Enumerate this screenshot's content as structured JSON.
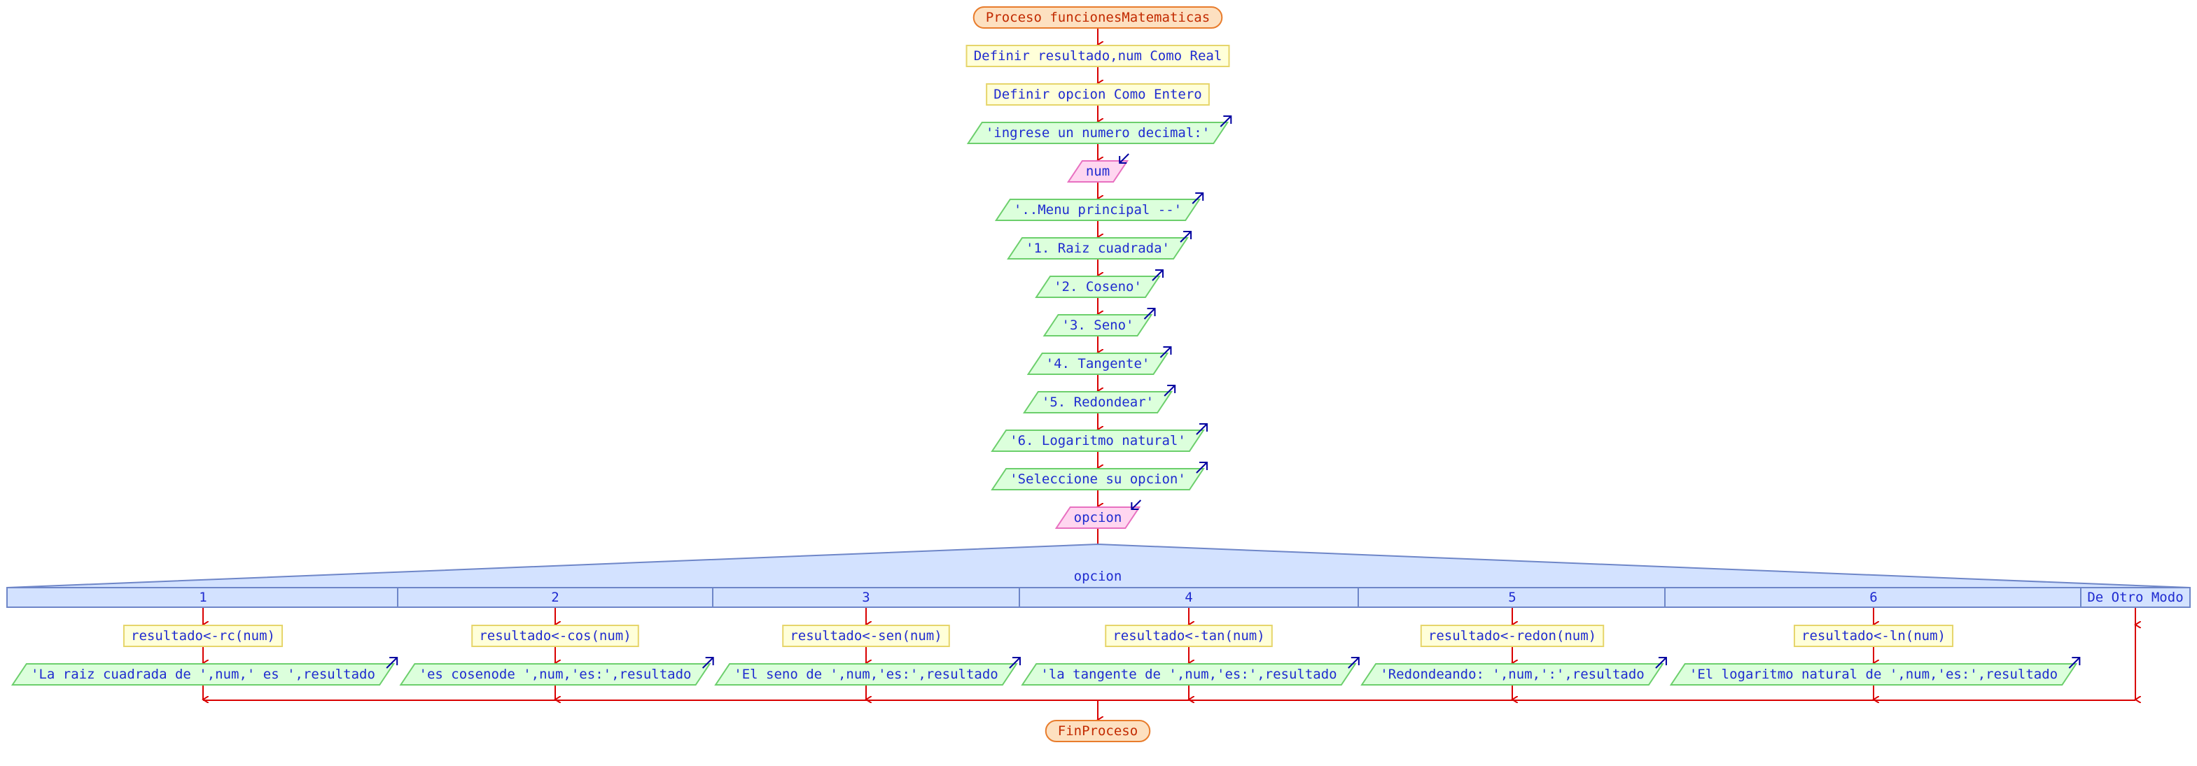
{
  "colors": {
    "flow": "#d90000",
    "text": "#1f2bd0",
    "terminal_fill": "#fde0c0",
    "terminal_stroke": "#e87c2c",
    "terminal_text": "#c22a00",
    "process_fill": "#ffffd9",
    "process_stroke": "#e6d56a",
    "output_fill": "#dcffdc",
    "output_stroke": "#6ccf6c",
    "input_fill": "#ffd6f0",
    "input_stroke": "#e870c0",
    "switch_fill": "#d3e2ff",
    "switch_stroke": "#6e86c8",
    "io_arrow": "#0000a0"
  },
  "diagram": {
    "start": {
      "label": "Proceso funcionesMatematicas",
      "shape": "terminal"
    },
    "steps": [
      {
        "label": "Definir resultado,num Como Real",
        "shape": "process"
      },
      {
        "label": "Definir opcion Como Entero",
        "shape": "process"
      },
      {
        "label": "'ingrese un numero decimal:'",
        "shape": "output"
      },
      {
        "label": "num",
        "shape": "input"
      },
      {
        "label": "'..Menu principal --'",
        "shape": "output"
      },
      {
        "label": "'1. Raiz cuadrada'",
        "shape": "output"
      },
      {
        "label": "'2. Coseno'",
        "shape": "output"
      },
      {
        "label": "'3. Seno'",
        "shape": "output"
      },
      {
        "label": "'4. Tangente'",
        "shape": "output"
      },
      {
        "label": "'5. Redondear'",
        "shape": "output"
      },
      {
        "label": "'6. Logaritmo natural'",
        "shape": "output"
      },
      {
        "label": "'Seleccione su opcion'",
        "shape": "output"
      },
      {
        "label": "opcion",
        "shape": "input"
      }
    ],
    "switch": {
      "variable": "opcion",
      "cases": [
        {
          "label": "1",
          "assign": "resultado<-rc(num)",
          "output": "'La raiz cuadrada de ',num,' es ',resultado"
        },
        {
          "label": "2",
          "assign": "resultado<-cos(num)",
          "output": "'es cosenode ',num,'es:',resultado"
        },
        {
          "label": "3",
          "assign": "resultado<-sen(num)",
          "output": "'El seno de ',num,'es:',resultado"
        },
        {
          "label": "4",
          "assign": "resultado<-tan(num)",
          "output": "'la tangente de ',num,'es:',resultado"
        },
        {
          "label": "5",
          "assign": "resultado<-redon(num)",
          "output": "'Redondeando: ',num,':',resultado"
        },
        {
          "label": "6",
          "assign": "resultado<-ln(num)",
          "output": "'El logaritmo natural de ',num,'es:',resultado"
        }
      ],
      "default_label": "De Otro Modo"
    },
    "end": {
      "label": "FinProceso",
      "shape": "terminal"
    }
  }
}
